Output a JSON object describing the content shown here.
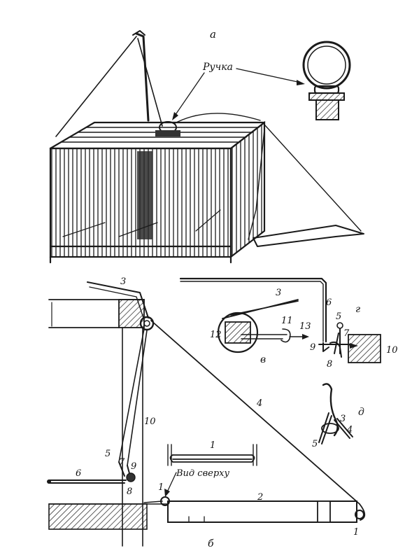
{
  "panels": {
    "a": "а",
    "b": "б",
    "v": "в",
    "g": "г",
    "d": "д"
  },
  "annotations": {
    "handle": "Ручка",
    "top_view": "Вид сверху"
  },
  "part_numbers": {
    "n1": "1",
    "n2": "2",
    "n3": "3",
    "n4": "4",
    "n5": "5",
    "n6": "6",
    "n7": "7",
    "n8": "8",
    "n9": "9",
    "n10": "10",
    "n11": "11",
    "n12": "12",
    "n13": "13"
  },
  "colors": {
    "ink": "#1a1a1a",
    "paper": "#ffffff"
  }
}
